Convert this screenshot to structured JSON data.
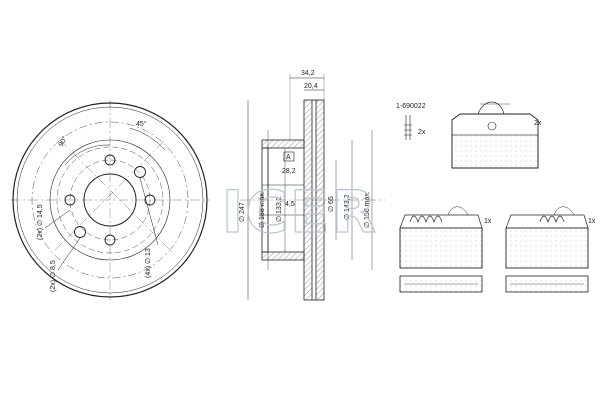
{
  "watermark": {
    "text": "ICER"
  },
  "disc_front": {
    "angle_1": "90°",
    "angle_2": "45°",
    "holes_1": "(2x) ∅ 14,5",
    "holes_2": "(4x) ∅ 13",
    "pcd": "(2x) ∅ 8,5"
  },
  "disc_section": {
    "dim_thickness": "34,2",
    "dim_inner": "20,4",
    "label_a": "A",
    "dim_hub": "28,2",
    "dim_offset": "4,5",
    "dia_outer": "∅ 247",
    "dia_1": "∅ 158 máx.",
    "dia_2": "∅ 133,2",
    "dia_3": "∅ 65",
    "dia_4": "∅ 143,2",
    "dia_5": "∅ 158 máx."
  },
  "accessory": {
    "part_number": "1-690022",
    "qty": "2x"
  },
  "pads": {
    "top_qty": "2x",
    "left_qty": "1x",
    "right_qty": "1x"
  },
  "colors": {
    "line": "#222222",
    "watermark": "#b9c3d6",
    "hatch": "#9a9a9a"
  }
}
